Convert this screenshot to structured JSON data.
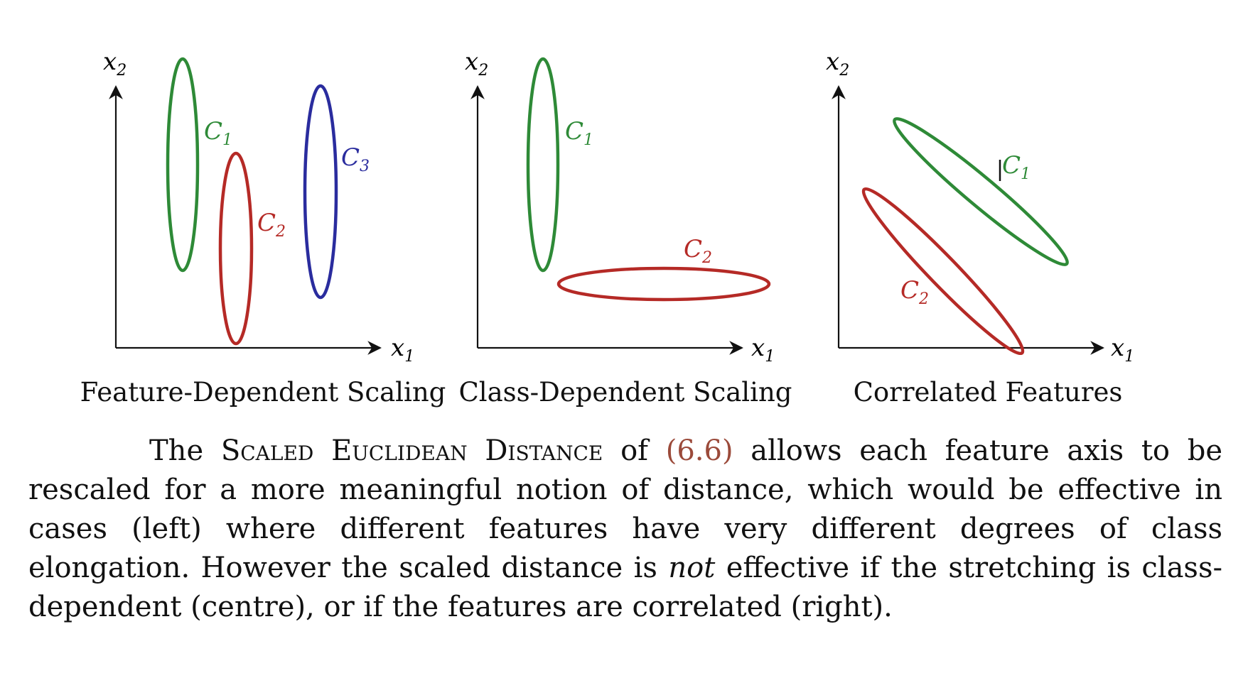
{
  "colors": {
    "c1": "#2e8a37",
    "c2": "#b52a26",
    "c3": "#2a2c9e",
    "axis": "#111111",
    "ref": "#9b4a3a"
  },
  "axes": {
    "x_var": "x",
    "x_sub": "1",
    "y_var": "x",
    "y_sub": "2"
  },
  "panels": [
    {
      "title": "Feature-Dependent Scaling",
      "classes": [
        {
          "id": "c1",
          "name": "C",
          "sub": "1",
          "color": "#2e8a37",
          "shape": "tall narrow ellipse"
        },
        {
          "id": "c2",
          "name": "C",
          "sub": "2",
          "color": "#b52a26",
          "shape": "tall narrow ellipse"
        },
        {
          "id": "c3",
          "name": "C",
          "sub": "3",
          "color": "#2a2c9e",
          "shape": "tall narrow ellipse"
        }
      ]
    },
    {
      "title": "Class-Dependent Scaling",
      "classes": [
        {
          "id": "c1",
          "name": "C",
          "sub": "1",
          "color": "#2e8a37",
          "shape": "tall narrow ellipse"
        },
        {
          "id": "c2",
          "name": "C",
          "sub": "2",
          "color": "#b52a26",
          "shape": "wide flat ellipse"
        }
      ]
    },
    {
      "title": "Correlated Features",
      "classes": [
        {
          "id": "c1",
          "name": "C",
          "sub": "1",
          "color": "#2e8a37",
          "shape": "tilted ellipse"
        },
        {
          "id": "c2",
          "name": "C",
          "sub": "2",
          "color": "#b52a26",
          "shape": "tilted ellipse"
        }
      ]
    }
  ],
  "caption": {
    "part1": "The ",
    "term": "Scaled Euclidean Distance",
    "part2": " of ",
    "ref": "(6.6)",
    "part3": " allows each feature axis to be rescaled for a more meaningful notion of distance, which would be effective in cases (left) where different features have very different degrees of class elongation. However the scaled distance is ",
    "emph": "not",
    "part4": " effective if the stretching is class-dependent (centre), or if the features are correlated (right)."
  }
}
